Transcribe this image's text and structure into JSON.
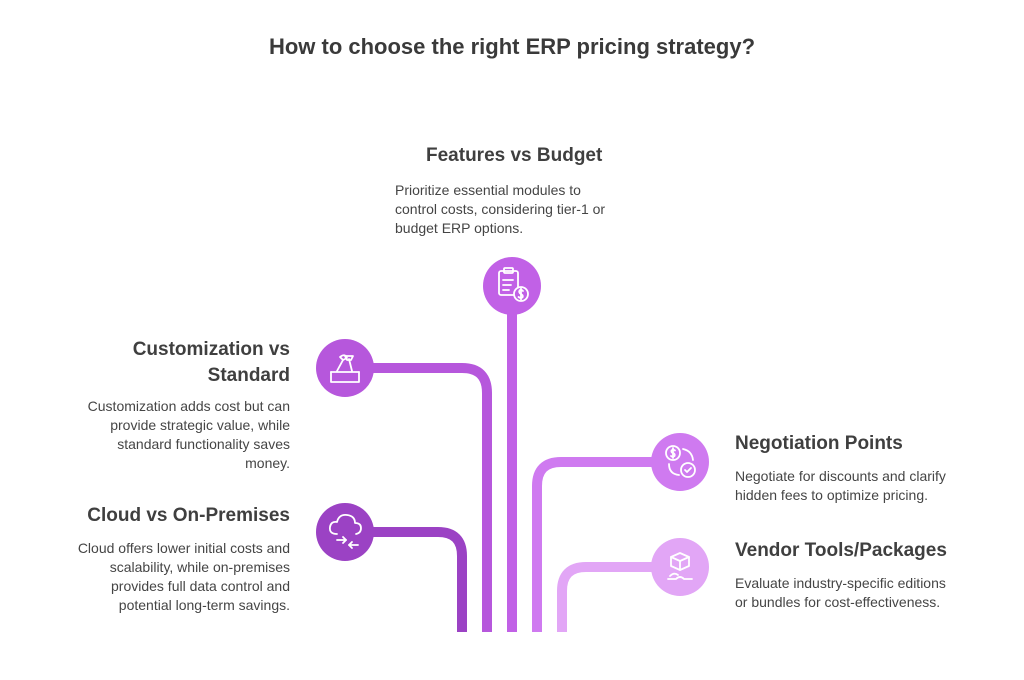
{
  "title": "How to choose the right ERP pricing strategy?",
  "colors": {
    "purple_dark": "#9b42c4",
    "purple_mid": "#b657dc",
    "purple_vivid": "#c161e6",
    "purple_light": "#cf7af0",
    "purple_pale": "#e2a6f6",
    "text": "#3b3b3b"
  },
  "items": {
    "features": {
      "title": "Features vs Budget",
      "desc_lines": [
        "Prioritize essential modules to",
        "control costs, considering tier-1 or",
        "budget ERP options."
      ],
      "icon": "clipboard-dollar-icon"
    },
    "customization": {
      "title_lines": [
        "Customization vs",
        "Standard"
      ],
      "desc_lines": [
        "Customization adds cost but can",
        "provide strategic value, while",
        "standard functionality saves",
        "money."
      ],
      "icon": "tools-box-icon"
    },
    "cloud": {
      "title": "Cloud vs On-Premises",
      "desc_lines": [
        "Cloud offers lower initial costs and",
        "scalability, while on-premises",
        "provides full data control and",
        "potential long-term savings."
      ],
      "icon": "cloud-arrows-icon"
    },
    "negotiation": {
      "title": "Negotiation Points",
      "desc_lines": [
        "Negotiate for discounts and clarify",
        "hidden fees to optimize pricing."
      ],
      "icon": "dollar-check-icon"
    },
    "vendor": {
      "title": "Vendor Tools/Packages",
      "desc_lines": [
        "Evaluate industry-specific editions",
        "or bundles for cost-effectiveness."
      ],
      "icon": "package-hand-icon"
    }
  }
}
